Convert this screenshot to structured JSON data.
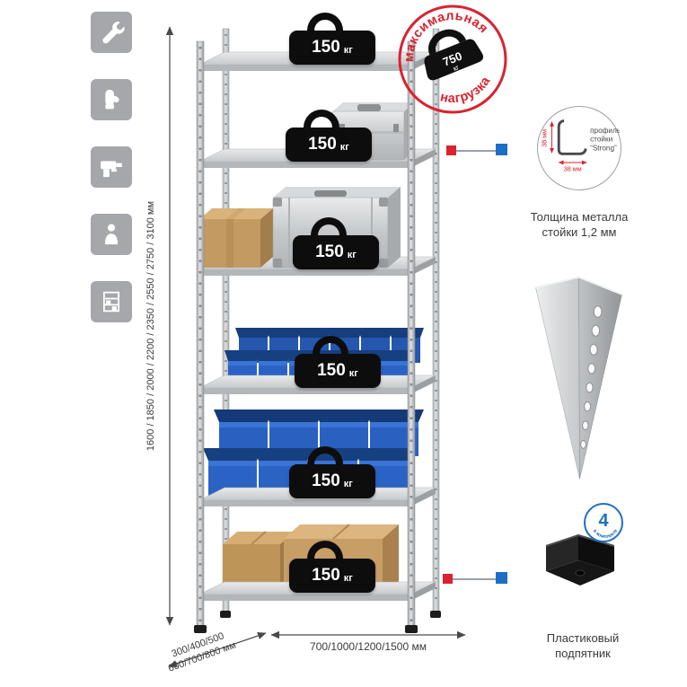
{
  "colors": {
    "accent_red": "#d9232e",
    "accent_blue": "#1d6fc4",
    "metal_gray": "#c9ccce",
    "bin_blue": "#2b63c4",
    "cardboard": "#c49a63",
    "icon_bg": "#a5a7ab"
  },
  "sidebar": {
    "icons": [
      {
        "name": "wrench"
      },
      {
        "name": "gloves"
      },
      {
        "name": "drill"
      },
      {
        "name": "person"
      },
      {
        "name": "rack"
      }
    ]
  },
  "dimensions": {
    "height_label": "1600 / 1850 / 2000 / 2200 / 2350 / 2550 / 2750 / 3100 мм",
    "depth_label_line1": "300/400/500",
    "depth_label_line2": "600/700/800 мм",
    "width_label": "700/1000/1200/1500 мм"
  },
  "rack": {
    "shelves": [
      {
        "load_value": "150",
        "load_unit": "кг"
      },
      {
        "load_value": "150",
        "load_unit": "кг"
      },
      {
        "load_value": "150",
        "load_unit": "кг"
      },
      {
        "load_value": "150",
        "load_unit": "кг"
      },
      {
        "load_value": "150",
        "load_unit": "кг"
      },
      {
        "load_value": "150",
        "load_unit": "кг"
      }
    ]
  },
  "stamp": {
    "arc_top": "максимальная",
    "arc_bottom": "нагрузка",
    "weight_value": "750",
    "weight_unit": "кг"
  },
  "profile_callout": {
    "label_line1": "профиль",
    "label_line2": "стойки",
    "label_line3": "“Strong”",
    "dim_vertical": "38 мм",
    "dim_horizontal": "38 мм",
    "caption_line1": "Толщина металла",
    "caption_line2": "стойки 1,2 мм"
  },
  "foot_callout": {
    "badge_value": "4",
    "badge_ring_text": "в комплекте",
    "caption_line1": "Пластиковый",
    "caption_line2": "подпятник"
  }
}
